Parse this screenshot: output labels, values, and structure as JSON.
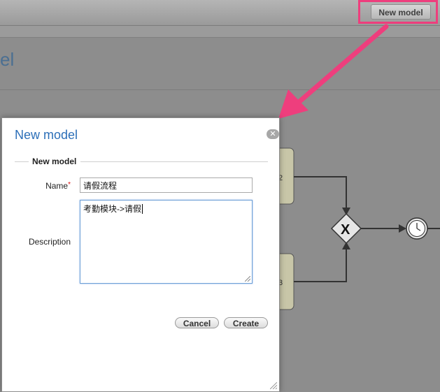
{
  "toolbar": {
    "new_model_label": "New model"
  },
  "page": {
    "title_fragment": "el"
  },
  "dialog": {
    "title": "New model",
    "fieldset_legend": "New model",
    "name_label": "Name",
    "required_marker": "*",
    "name_value": "请假流程",
    "description_label": "Description",
    "description_value": "考勤模块->请假",
    "cancel_label": "Cancel",
    "create_label": "Create",
    "close_glyph": "✕"
  },
  "diagram": {
    "task_label_top": "2",
    "task_label_bottom": "3",
    "gateway_glyph": "X"
  },
  "colors": {
    "accent": "#2c6fb8",
    "highlight": "#ee3e7d",
    "task_fill": "#c8c6a8"
  }
}
